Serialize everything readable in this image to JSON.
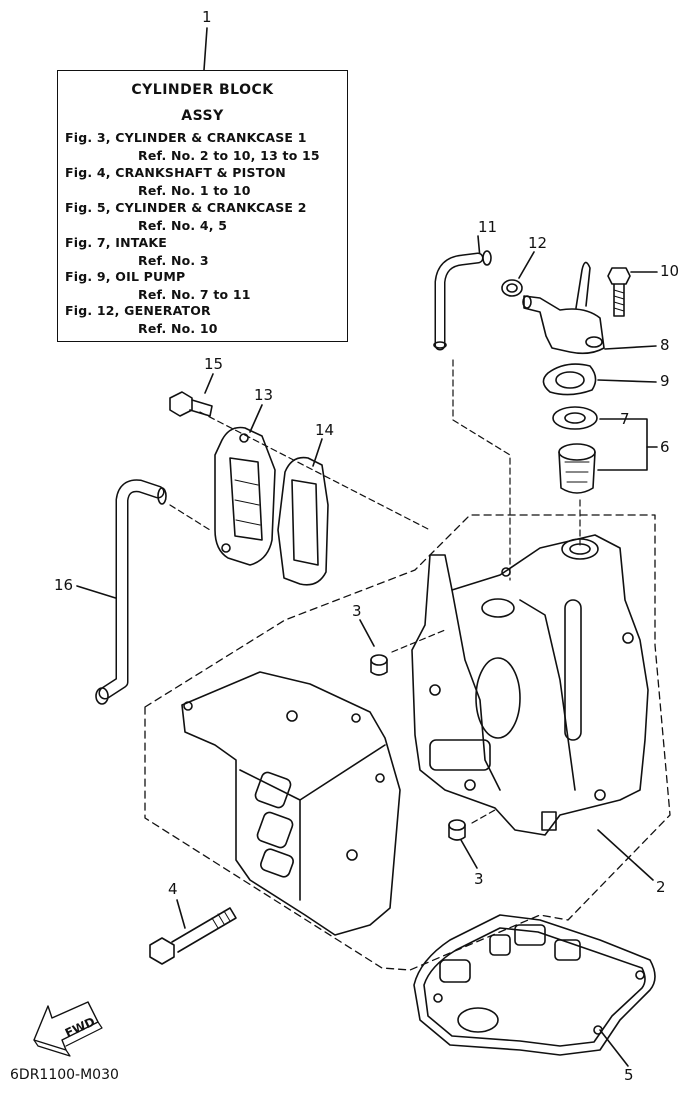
{
  "assy_box": {
    "title_line1": "CYLINDER BLOCK",
    "title_line2": "ASSY",
    "refs": [
      {
        "fig": "Fig. 3, CYLINDER & CRANKCASE 1",
        "ref": "Ref. No. 2 to 10, 13 to 15"
      },
      {
        "fig": "Fig. 4, CRANKSHAFT & PISTON",
        "ref": "Ref. No. 1 to 10"
      },
      {
        "fig": "Fig. 5, CYLINDER & CRANKCASE 2",
        "ref": "Ref. No. 4, 5"
      },
      {
        "fig": "Fig. 7, INTAKE",
        "ref": "Ref. No. 3"
      },
      {
        "fig": "Fig. 9, OIL PUMP",
        "ref": "Ref. No. 7 to 11"
      },
      {
        "fig": "Fig. 12, GENERATOR",
        "ref": "Ref. No. 10"
      }
    ]
  },
  "callouts": {
    "n1": "1",
    "n2": "2",
    "n3a": "3",
    "n3b": "3",
    "n4": "4",
    "n5": "5",
    "n6": "6",
    "n7": "7",
    "n8": "8",
    "n9": "9",
    "n10": "10",
    "n11": "11",
    "n12": "12",
    "n13": "13",
    "n14": "14",
    "n15": "15",
    "n16": "16"
  },
  "fwd_label": "FWD",
  "drawing_code": "6DR1100-M030"
}
